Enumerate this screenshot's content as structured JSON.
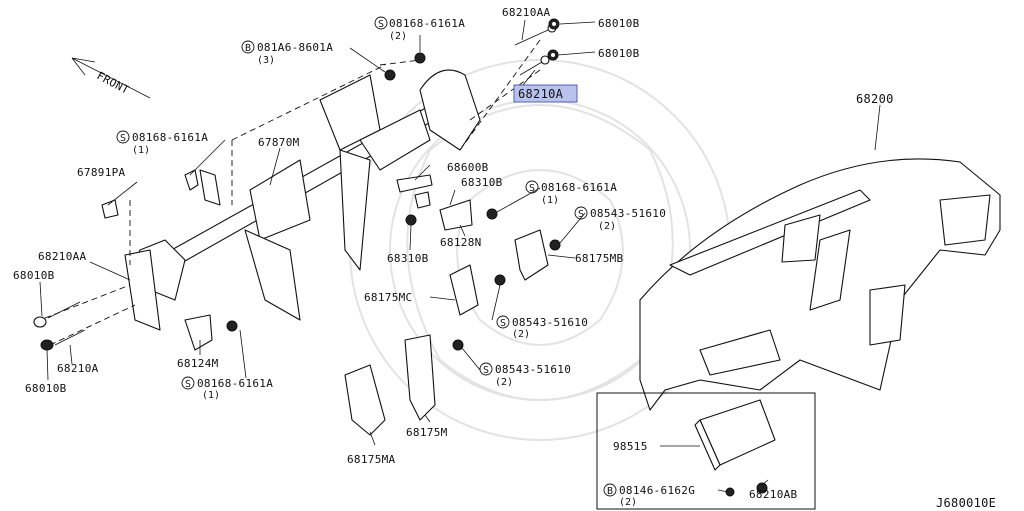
{
  "diagram_code": "J680010E",
  "direction_label": "FRONT",
  "labels": {
    "part_68210AA_top": "68210AA",
    "part_68010B_top1": "68010B",
    "part_68010B_top2": "68010B",
    "part_68210A_highlight": "68210A",
    "bolt_08168_top": "08168-6161A",
    "bolt_08168_top_qty": "(2)",
    "bolt_081A6": "081A6-8601A",
    "bolt_081A6_qty": "(3)",
    "part_67870M": "67870M",
    "bolt_08168_left": "08168-6161A",
    "bolt_08168_left_qty": "(1)",
    "part_67891PA": "67891PA",
    "part_68600B": "68600B",
    "part_68310B_a": "68310B",
    "bolt_08168_mid": "08168-6161A",
    "bolt_08168_mid_qty": "(1)",
    "part_68128N": "68128N",
    "part_68310B_b": "68310B",
    "bolt_08543_a": "08543-51610",
    "bolt_08543_a_qty": "(2)",
    "part_68175MB": "68175MB",
    "part_68175MC": "68175MC",
    "bolt_08543_b": "08543-51610",
    "bolt_08543_b_qty": "(2)",
    "bolt_08543_c": "08543-51610",
    "bolt_08543_c_qty": "(2)",
    "part_68175M": "68175M",
    "part_68175MA": "68175MA",
    "part_68210AA_left": "68210AA",
    "part_68010B_left1": "68010B",
    "part_68210A_left": "68210A",
    "part_68010B_left2": "68010B",
    "part_68124M": "68124M",
    "bolt_08168_bottom": "08168-6161A",
    "bolt_08168_bottom_qty": "(1)",
    "part_68200": "68200",
    "part_98515": "98515",
    "bolt_08146": "08146-6162G",
    "bolt_08146_qty": "(2)",
    "part_68210AB": "68210AB"
  },
  "symbols": {
    "S": "S",
    "B": "B"
  },
  "colors": {
    "highlight": "#b9c2ec",
    "line": "#111111"
  }
}
